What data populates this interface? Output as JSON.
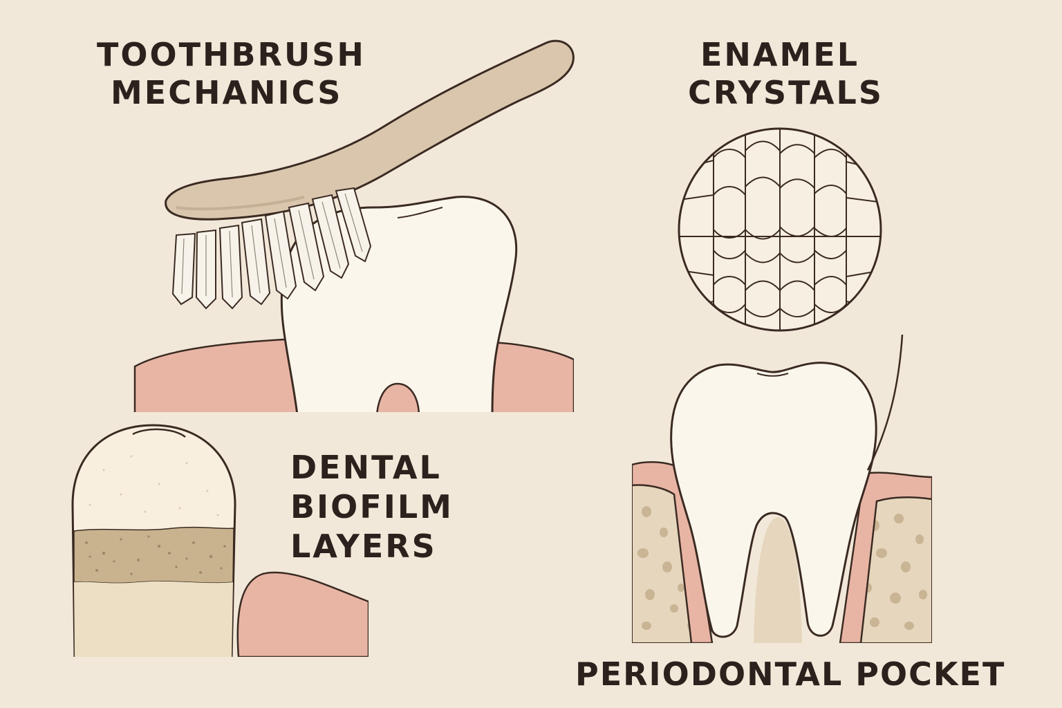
{
  "panels": {
    "toothbrush": {
      "line1": "TOOTHBRUSH",
      "line2": "MECHANICS"
    },
    "enamel": {
      "line1": "ENAMEL",
      "line2": "CRYSTALS"
    },
    "biofilm": {
      "line1": "DENTAL",
      "line2": "BIOFILM",
      "line3": "LAYERS"
    },
    "pocket": {
      "line1": "PERIODONTAL POCKET"
    }
  },
  "colors": {
    "background": "#f2e8d9",
    "outline": "#3a2a22",
    "tooth": "#fbf6ec",
    "gum": "#e8b5a5",
    "brush_handle": "#d9c6ad",
    "bristle": "#f8f3ea",
    "bone": "#e5d6bd",
    "bone_spot": "#c9b494",
    "biofilm_band": "#c9b38f"
  }
}
